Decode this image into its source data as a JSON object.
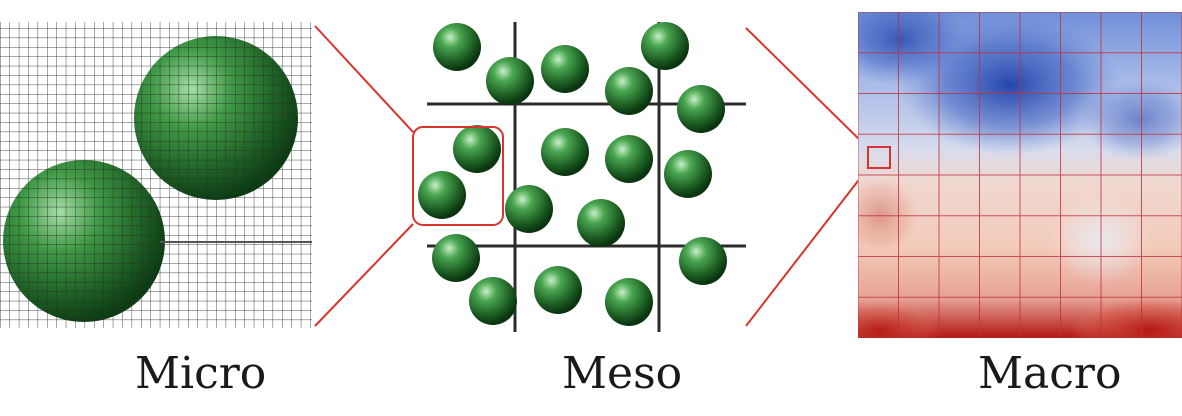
{
  "labels": {
    "micro": "Micro",
    "meso": "Meso",
    "macro": "Macro"
  },
  "colors": {
    "sphere_light": "#8fd08f",
    "sphere_mid": "#2e7d32",
    "sphere_dark": "#0b3d12",
    "grid_line": "#2b2b2b",
    "zoom_connector": "#d9342b",
    "macro_cold": "#2f54b8",
    "macro_neutral": "#dfe2ec",
    "macro_warm": "#b3150f"
  }
}
